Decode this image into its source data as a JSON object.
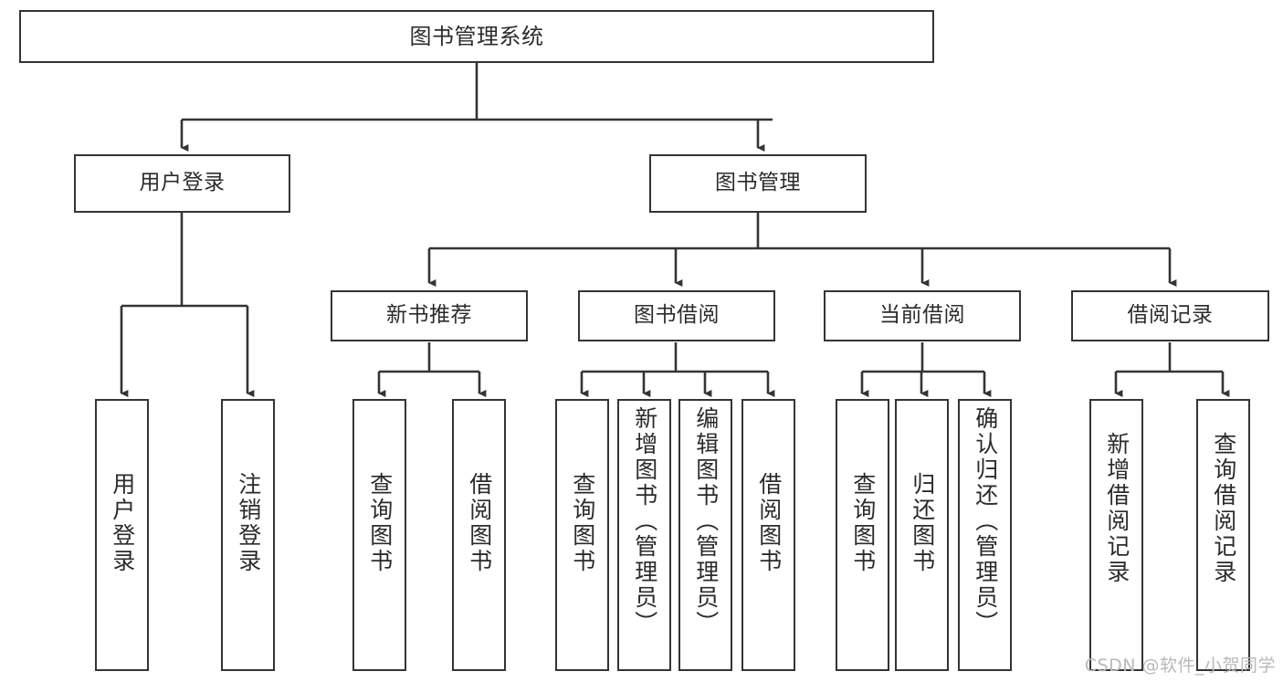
{
  "diagram": {
    "type": "tree-hierarchy-chart",
    "title": "图书管理系统",
    "watermark": "CSDN @软件_小贺同学",
    "colors": {
      "stroke": "#343434",
      "fill": "#ffffff",
      "text": "#2b2b2b",
      "watermark": "#b9b9b9"
    },
    "nodes": {
      "root": {
        "label": "图书管理系统"
      },
      "level2": [
        {
          "label": "用户登录"
        },
        {
          "label": "图书管理"
        }
      ],
      "level3": [
        {
          "label": "新书推荐"
        },
        {
          "label": "图书借阅"
        },
        {
          "label": "当前借阅"
        },
        {
          "label": "借阅记录"
        }
      ],
      "leaves": {
        "user_login": [
          {
            "label": "用户登录"
          },
          {
            "label": "注销登录"
          }
        ],
        "new_book_recommend": [
          {
            "label": "查询图书"
          },
          {
            "label": "借阅图书"
          }
        ],
        "book_borrow": [
          {
            "label": "查询图书"
          },
          {
            "label": "新增图书（管理员）"
          },
          {
            "label": "编辑图书（管理员）"
          },
          {
            "label": "借阅图书"
          }
        ],
        "current_borrow": [
          {
            "label": "查询图书"
          },
          {
            "label": "归还图书"
          },
          {
            "label": "确认归还（管理员）"
          }
        ],
        "borrow_record": [
          {
            "label": "新增借阅记录"
          },
          {
            "label": "查询借阅记录"
          }
        ]
      }
    }
  }
}
